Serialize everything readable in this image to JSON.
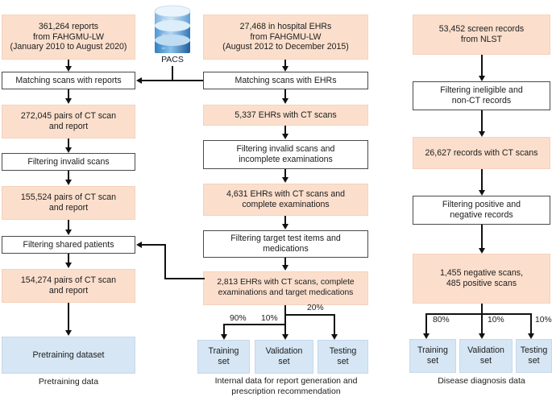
{
  "diagram": {
    "title": "Dataset construction flowchart",
    "colors": {
      "peach": "#fbdfcc",
      "blue": "#d6e6f4",
      "white": "#ffffff",
      "line": "#111111",
      "box_border_dark": "#4a4a4a"
    },
    "pacs": {
      "label": "PACS",
      "icon": "database-cylinder-icon"
    },
    "columns": [
      {
        "id": "pretraining",
        "caption": "Pretraining data",
        "nodes": [
          {
            "id": "l1",
            "type": "data",
            "text": "361,264 reports\nfrom FAHGMU-LW\n(January 2010 to August 2020)"
          },
          {
            "id": "l2",
            "type": "process",
            "text": "Matching scans with reports"
          },
          {
            "id": "l3",
            "type": "data",
            "text": "272,045 pairs of CT scan\nand report"
          },
          {
            "id": "l4",
            "type": "process",
            "text": "Filtering invalid scans"
          },
          {
            "id": "l5",
            "type": "data",
            "text": "155,524 pairs of CT scan\nand report"
          },
          {
            "id": "l6",
            "type": "process",
            "text": "Filtering shared patients"
          },
          {
            "id": "l7",
            "type": "data",
            "text": "154,274 pairs of CT scan\nand report"
          },
          {
            "id": "l8",
            "type": "output",
            "text": "Pretraining dataset"
          }
        ]
      },
      {
        "id": "internal",
        "caption": "Internal data for report generation and\nprescription recommendation",
        "nodes": [
          {
            "id": "m1",
            "type": "data",
            "text": "27,468 in hospital EHRs\nfrom FAHGMU-LW\n(August 2012 to December 2015)"
          },
          {
            "id": "m2",
            "type": "process",
            "text": "Matching scans with EHRs"
          },
          {
            "id": "m3",
            "type": "data",
            "text": "5,337 EHRs with CT scans"
          },
          {
            "id": "m4",
            "type": "process",
            "text": "Filtering invalid scans and\nincomplete examinations"
          },
          {
            "id": "m5",
            "type": "data",
            "text": "4,631 EHRs with CT scans and\ncomplete examinations"
          },
          {
            "id": "m6",
            "type": "process",
            "text": "Filtering target test items and\nmedications"
          },
          {
            "id": "m7",
            "type": "data",
            "text": "2,813 EHRs with CT scans, complete\nexaminations and target medications"
          }
        ],
        "splits": [
          {
            "pct": "90%",
            "label": "Training\nset"
          },
          {
            "pct": "10%",
            "label": "Validation\nset"
          },
          {
            "pct": "20%",
            "label": "Testing\nset"
          }
        ]
      },
      {
        "id": "diagnosis",
        "caption": "Disease diagnosis data",
        "nodes": [
          {
            "id": "r1",
            "type": "data",
            "text": "53,452 screen records\nfrom NLST"
          },
          {
            "id": "r2",
            "type": "process",
            "text": "Filtering ineligible and\nnon-CT records"
          },
          {
            "id": "r3",
            "type": "data",
            "text": "26,627 records with CT scans"
          },
          {
            "id": "r4",
            "type": "process",
            "text": "Filtering positive and\nnegative records"
          },
          {
            "id": "r5",
            "type": "data",
            "text": "1,455 negative scans,\n485 positive scans"
          }
        ],
        "splits": [
          {
            "pct": "80%",
            "label": "Training\nset"
          },
          {
            "pct": "10%",
            "label": "Validation\nset"
          },
          {
            "pct": "10%",
            "label": "Testing\nset"
          }
        ]
      }
    ]
  }
}
